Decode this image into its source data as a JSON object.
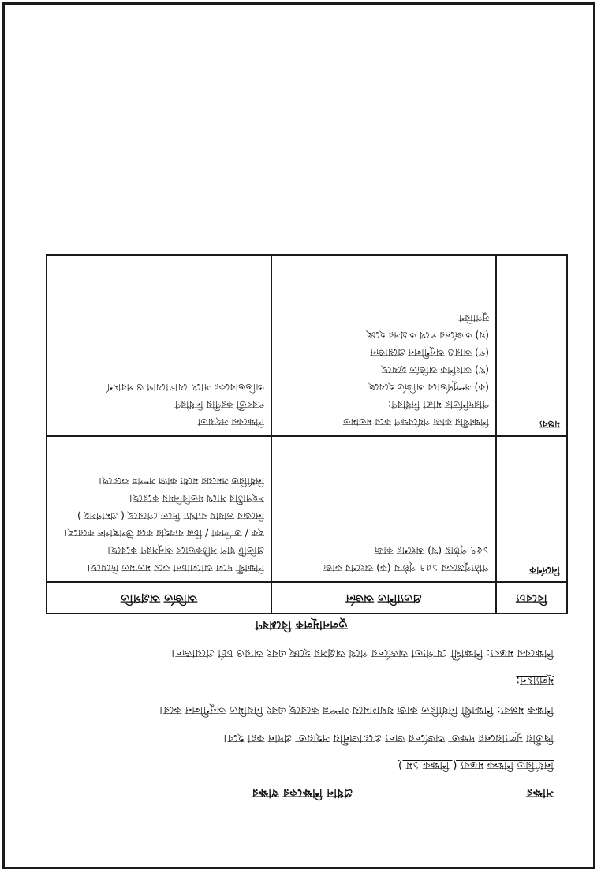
{
  "signatures": {
    "left": "সাক্ষর",
    "right": "প্রধান শিক্ষকের স্বাক্ষর"
  },
  "paragraphs": [
    "নির্ধারিত শিক্ষক মন্তব্য ( শিক্ষক ১ম )",
    "দ্বিতীয় মূল্যায়নের দক্ষতা অর্জনের জন্য প্রয়োজনীয় সহায়তা প্রদান করা হবে।",
    "শিক্ষক মন্তব্য: শিক্ষার্থী নির্ধারিত কাজ যথাসময়ে সম্পন্ন করেছে এবং নিয়মিত অনুশীলন করে।",
    "মূল্যায়ন:",
    "শিক্ষকের মন্তব্য: শিক্ষার্থী যোগ্যতা অর্জনের পথে অগ্রসর হচ্ছে এবং আরও চর্চা প্রয়োজন।"
  ],
  "table": {
    "caption": "তুলনামূলক বিশ্লেষণ",
    "headers": [
      "বিবেচ্য",
      "প্রত্যাশিত অর্জন",
      "অর্জিত অগ্রগতি"
    ],
    "rows": [
      {
        "label": "নির্দেশক",
        "lines_a": [
          "পাঠ্যপুস্তকের ১৫৭ পৃষ্ঠায় (ক) অংশের কাজ",
          "১৫৭ পৃষ্ঠায় (খ) অংশের কাজ"
        ],
        "lines_b": [
          "শিক্ষার্থী দলে আলোচনা করে মতামত দিয়েছে।",
          "প্রতিটি ধাপ সঠিকভাবে অনুসরণ করেছে।",
          "ছক / তালিকা / চিত্র ব্যবহার করে উপস্থাপন করেছে।",
          "নিজের ভাষায় ব্যাখ্যা দিতে পেরেছে ( প্রমাণসহ )",
          "সহপাঠীর সাথে মতবিনিময় করেছে।",
          "নির্ধারিত সময়ের মধ্যে কাজ সম্পন্ন করেছে।"
        ]
      },
      {
        "label": "মন্তব্য",
        "lines_a": [
          "শিক্ষার্থীর কাজ পর্যবেক্ষণ করে মতামত",
          "পারদর্শিতার মাত্রা নির্ধারণ:",
          "(ক) সম্পূর্ণভাবে অর্জিত হয়েছে",
          "(খ) আংশিক অর্জিত হয়েছে",
          "(গ) আরও অনুশীলন প্রয়োজন",
          "(ঘ) অর্জনের পথে অগ্রসর হচ্ছে",
          "সুপারিশ:"
        ],
        "lines_b": [
          "শিক্ষকের সহায়তা",
          "পরবর্তী করণীয় নির্ধারণ",
          "অভিভাবকের সাথে যোগাযোগ ও পরামর্শ"
        ]
      }
    ]
  }
}
